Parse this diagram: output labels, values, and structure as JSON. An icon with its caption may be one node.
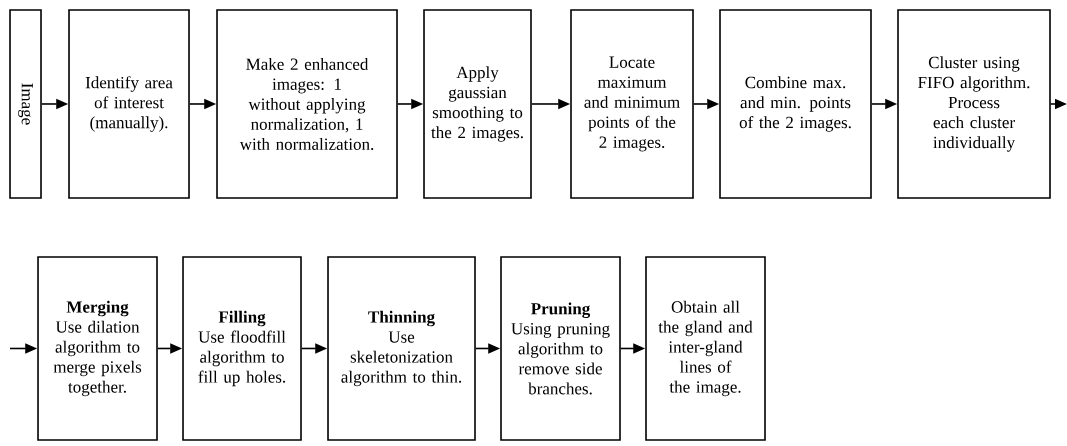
{
  "diagram": {
    "nodes": [
      {
        "text": [
          "Image"
        ]
      },
      {
        "text": [
          "Identify area of interest (manually)."
        ]
      },
      {
        "text": [
          "Make 2 enhanced images: 1 without applying normalization, 1 with normalization."
        ]
      },
      {
        "text": [
          "Apply gaussian smoothing to the 2 images."
        ]
      },
      {
        "text": [
          "Locate maximum and minimum points of the 2 images."
        ]
      },
      {
        "text": [
          "Combine max. and min. points of the 2 images."
        ]
      },
      {
        "text": [
          "Cluster using FIFO algorithm. Process each cluster individually"
        ]
      },
      {
        "text": [
          "Merging",
          "Use dilation algorithm to merge pixels together."
        ]
      },
      {
        "text": [
          "Filling",
          "Use floodfill algorithm to fill up holes."
        ]
      },
      {
        "text": [
          "Thinning",
          "Use skeletonization algorithm to thin."
        ]
      },
      {
        "text": [
          "Pruning",
          "Using pruning algorithm to remove side branches."
        ]
      },
      {
        "text": [
          "Obtain all the gland and inter-gland lines of the image."
        ]
      }
    ],
    "edges": [
      {
        "from": 0,
        "to": 1,
        "arrow": "to"
      },
      {
        "from": 1,
        "to": 2,
        "arrow": "to"
      },
      {
        "from": 2,
        "to": 3,
        "arrow": "to"
      },
      {
        "from": 3,
        "to": 4,
        "arrow": "to"
      },
      {
        "from": 4,
        "to": 5,
        "arrow": "to"
      },
      {
        "from": 5,
        "to": 6,
        "arrow": "to"
      },
      {
        "from": 6,
        "to": null,
        "arrow": "to"
      },
      {
        "from": null,
        "to": 7,
        "arrow": "to"
      },
      {
        "from": 7,
        "to": 8,
        "arrow": "to"
      },
      {
        "from": 8,
        "to": 9,
        "arrow": "to"
      },
      {
        "from": 9,
        "to": 10,
        "arrow": "to"
      },
      {
        "from": 10,
        "to": 11,
        "arrow": "to"
      }
    ]
  }
}
